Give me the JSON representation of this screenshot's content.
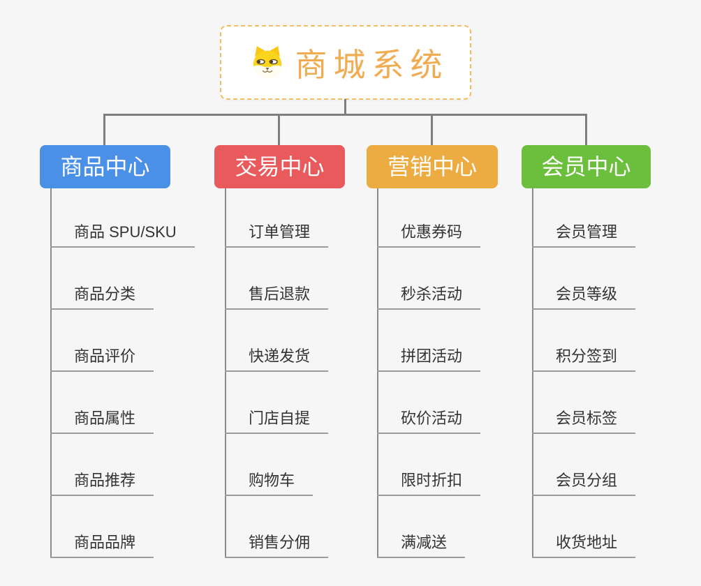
{
  "root": {
    "label": "商城系统",
    "icon": "shiba-dog-icon",
    "accent_color": "#f1ab51",
    "border_color": "#f4bd5f"
  },
  "connector_color": "#7f7f7f",
  "leaf_underline_color": "#9c9c9c",
  "leaf_text_color": "#333333",
  "branches": [
    {
      "label": "商品中心",
      "color": "#4b90e7",
      "children": [
        "商品 SPU/SKU",
        "商品分类",
        "商品评价",
        "商品属性",
        "商品推荐",
        "商品品牌"
      ]
    },
    {
      "label": "交易中心",
      "color": "#e85a5c",
      "children": [
        "订单管理",
        "售后退款",
        "快递发货",
        "门店自提",
        "购物车",
        "销售分佣"
      ]
    },
    {
      "label": "营销中心",
      "color": "#ecac41",
      "children": [
        "优惠券码",
        "秒杀活动",
        "拼团活动",
        "砍价活动",
        "限时折扣",
        "满减送"
      ]
    },
    {
      "label": "会员中心",
      "color": "#6cbf3d",
      "children": [
        "会员管理",
        "会员等级",
        "积分签到",
        "会员标签",
        "会员分组",
        "收货地址"
      ]
    }
  ]
}
